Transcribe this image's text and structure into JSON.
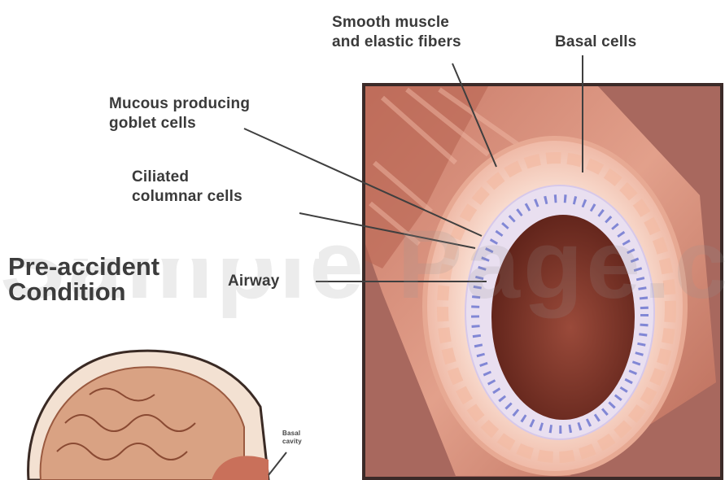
{
  "labels": {
    "smooth_muscle": "Smooth muscle\nand elastic fibers",
    "basal_cells": "Basal cells",
    "goblet_cells": "Mucous producing\ngoblet cells",
    "ciliated_cells": "Ciliated\ncolumnar cells",
    "airway": "Airway",
    "basal_cavity": "Basal\ncavity"
  },
  "title": "Pre-accident\nCondition",
  "watermark": "Sample Page.com",
  "colors": {
    "frame_bg": "#a86a60",
    "tube_outer": "#d98f7c",
    "tube_ring": "#f6d3c4",
    "lumen": "#8a3d30",
    "cilia_blue": "#6f78d0",
    "leader_line": "#444444",
    "brain": "#d9a283"
  }
}
